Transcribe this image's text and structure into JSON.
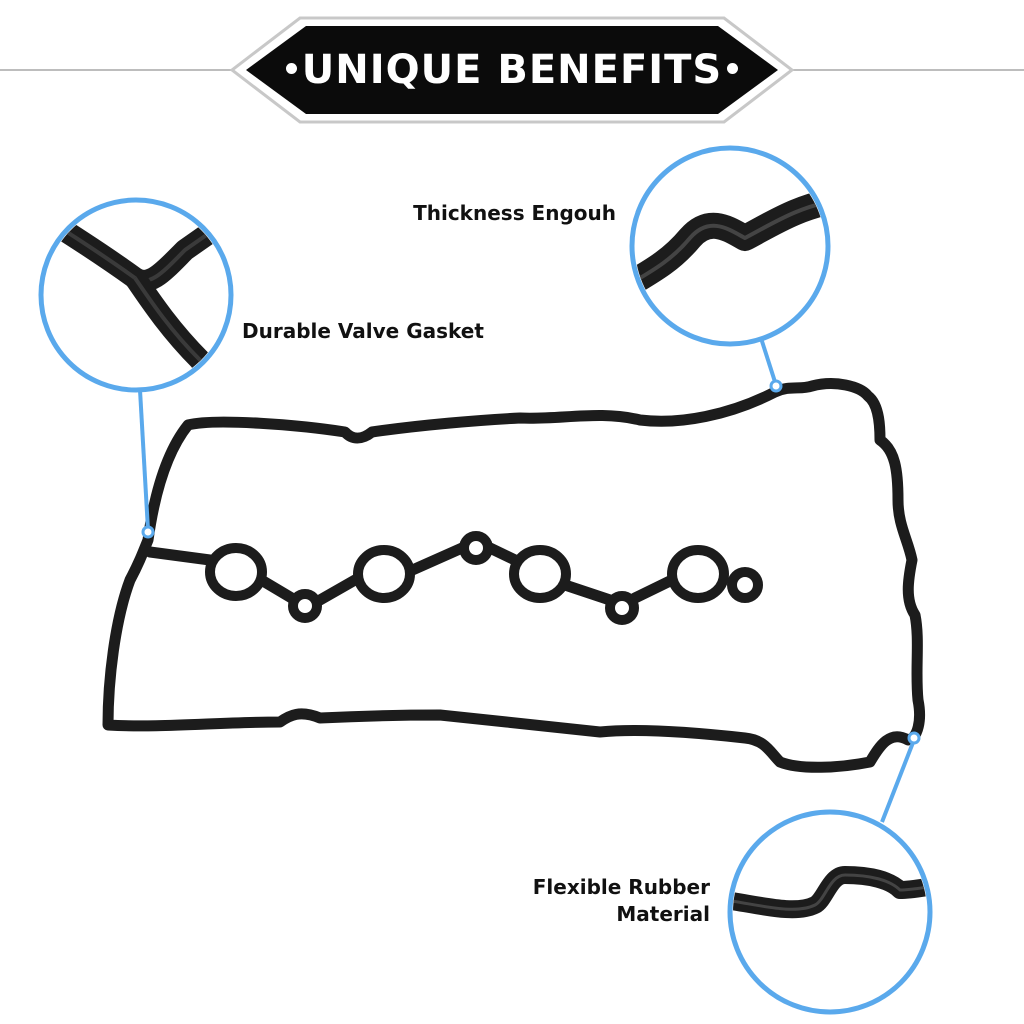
{
  "banner": {
    "title": "UNIQUE BENEFITS",
    "background_color": "#0b0b0b",
    "outline_color": "#c8c8c8"
  },
  "callouts": {
    "thickness": "Thickness Engouh",
    "durable": "Durable Valve Gasket",
    "flexible_line1": "Flexible Rubber",
    "flexible_line2": "Material"
  },
  "colors": {
    "accent": "#5aa9ec",
    "gasket": "#1c1c1c",
    "text": "#111111"
  }
}
